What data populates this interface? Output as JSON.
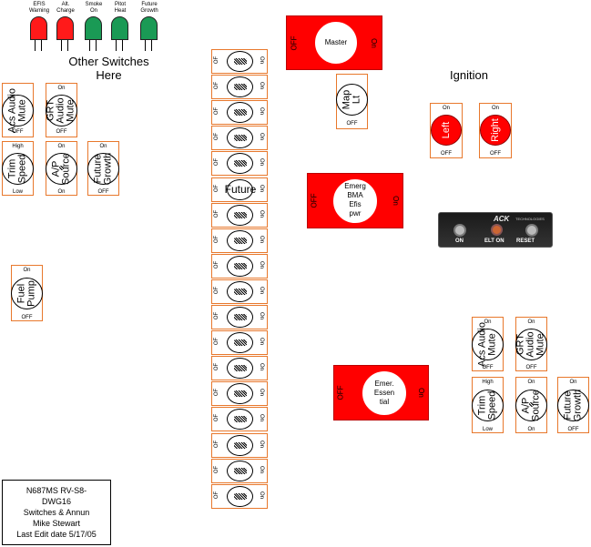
{
  "leds": [
    {
      "label": "EFIS\nWarning",
      "color": "#ff1a1a"
    },
    {
      "label": "Alt.\nCharge",
      "color": "#ff1a1a"
    },
    {
      "label": "Smoke\nOn",
      "color": "#1a9a55"
    },
    {
      "label": "Pitot\nHeat",
      "color": "#1a9a55"
    },
    {
      "label": "Future\nGrowth",
      "color": "#1a9a55"
    }
  ],
  "other_switches_label": "Other Switches\nHere",
  "ignition_label": "Ignition",
  "left_panel": {
    "acs": {
      "label": "Acs Audio\nMute",
      "bottom": "OFF"
    },
    "grt": {
      "label": "GRT\nAudio\nMute",
      "top": "On",
      "bottom": "OFF"
    },
    "trim": {
      "label": "Trim\nSpeed",
      "top": "High",
      "bottom": "Low"
    },
    "ap": {
      "label": "A/P\nSource",
      "top": "On",
      "bottom": "On"
    },
    "future": {
      "label": "Future\nGrowth",
      "top": "On",
      "bottom": "OFF"
    },
    "fuel": {
      "label": "Fuel\nPump",
      "top": "On",
      "bottom": "OFF"
    }
  },
  "right_panel": {
    "acs": {
      "label": "Acs Audio\nMute",
      "top": "On",
      "bottom": "OFF"
    },
    "grt": {
      "label": "GRT\nAudio\nMute",
      "top": "On",
      "bottom": "OFF"
    },
    "trim": {
      "label": "Trim\nSpeed",
      "top": "High",
      "bottom": "Low"
    },
    "ap": {
      "label": "A/P\nSource",
      "top": "On",
      "bottom": "On"
    },
    "future": {
      "label": "Future\nGrowth",
      "top": "On",
      "bottom": "OFF"
    }
  },
  "breakers": {
    "off": "OF",
    "on": "On",
    "count": 18,
    "future_index": 5,
    "future_label": "Future"
  },
  "master": {
    "label": "Master",
    "off": "OFF",
    "on": "On"
  },
  "map_lt": {
    "label": "Map\nLt",
    "bottom": "OFF"
  },
  "ign_left": {
    "label": "Left",
    "top": "On",
    "bottom": "OFF"
  },
  "ign_right": {
    "label": "Right",
    "top": "On",
    "bottom": "OFF"
  },
  "emerg_bma": {
    "label": "Emerg\nBMA\nEfis\npwr",
    "off": "OFF",
    "on": "On"
  },
  "elt": {
    "brand": "ACK",
    "brand2": "TECHNOLOGIES",
    "on": "ON",
    "elt_on": "ELT ON",
    "reset": "RESET"
  },
  "emer_essential": {
    "label": "Emer.\nEssen\ntial",
    "off": "OFF",
    "on": "On"
  },
  "title_block": {
    "lines": [
      "N687MS RV-S8-",
      "DWG16",
      "Switches & Annun",
      "Mike Stewart",
      "Last Edit date 5/17/05"
    ]
  }
}
